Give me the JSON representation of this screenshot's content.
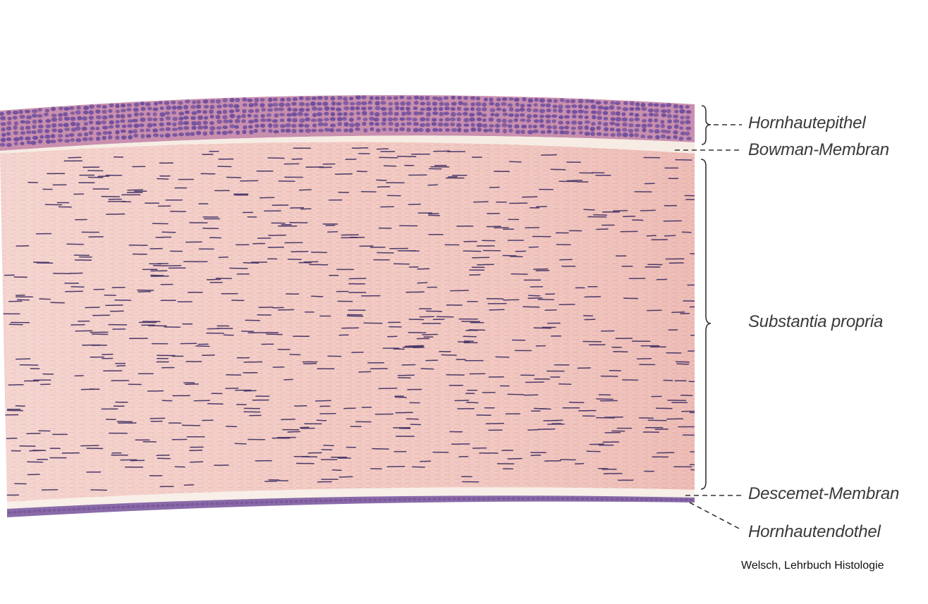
{
  "diagram": {
    "labels": {
      "epithelium": "Hornhautepithel",
      "bowman": "Bowman-Membran",
      "stroma": "Substantia propria",
      "descemet": "Descemet-Membran",
      "endothelium": "Hornhautendothel"
    },
    "credit": "Welsch, Lehrbuch Histologie"
  },
  "colors": {
    "epithelium_base": "#c98fae",
    "epithelium_nuclei": "#6e4f9e",
    "bowman": "#f6ece3",
    "stroma_base": "#f1c6c0",
    "stroma_fiber": "#e3a6a2",
    "stroma_nuclei": "#4b3a6a",
    "descemet": "#f7efe8",
    "endothelium": "#7a5a9c",
    "leader": "#333333",
    "label_text": "#3a3a3a"
  }
}
